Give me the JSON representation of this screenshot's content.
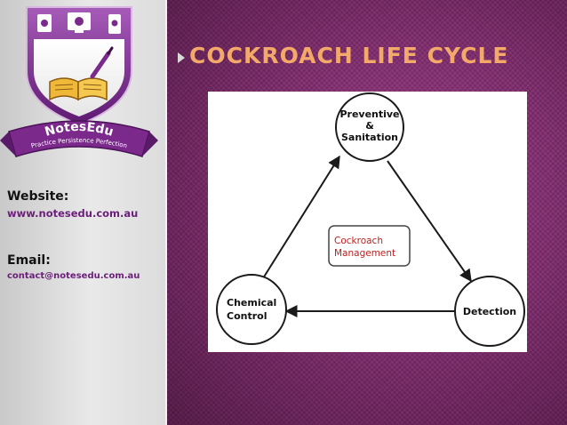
{
  "sidebar": {
    "logo": {
      "brand": "NotesEdu",
      "tagline": "Practice Persistence Perfection"
    },
    "website_label": "Website:",
    "website_url": "www.notesedu.com.au",
    "email_label": "Email:",
    "email_address": "contact@notesedu.com.au"
  },
  "slide": {
    "title": "COCKROACH LIFE CYCLE"
  },
  "diagram": {
    "nodes": [
      {
        "id": "preventive",
        "lines": [
          "Preventive",
          "&",
          "Sanitation"
        ]
      },
      {
        "id": "detection",
        "lines": [
          "Detection"
        ]
      },
      {
        "id": "chemical",
        "lines": [
          "Chemical",
          "Control"
        ]
      }
    ],
    "center": {
      "lines": [
        "Cockroach",
        "Management"
      ]
    },
    "edges": [
      {
        "from": "preventive",
        "to": "detection"
      },
      {
        "from": "detection",
        "to": "chemical"
      },
      {
        "from": "chemical",
        "to": "preventive"
      }
    ]
  },
  "colors": {
    "title": "#f2a96a",
    "background": "#7d2a6c",
    "link": "#6b1f7a",
    "center_text": "#c02020",
    "logo_shield": "#7b2a8c"
  }
}
